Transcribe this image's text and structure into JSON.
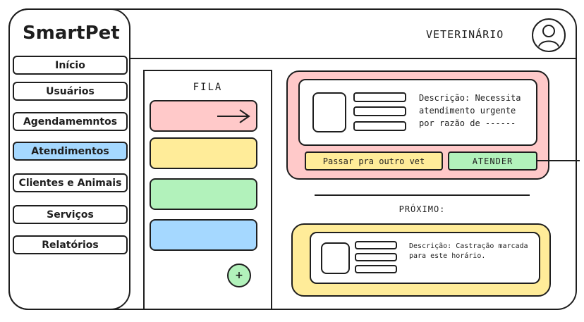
{
  "app": {
    "name": "SmartPet"
  },
  "sidebar": {
    "items": [
      {
        "label": "Início",
        "active": false
      },
      {
        "label": "Usuários",
        "active": false
      },
      {
        "label": "Agendamemntos",
        "active": false
      },
      {
        "label": "Atendimentos",
        "active": true
      },
      {
        "label": "Clientes e Animais",
        "active": false
      },
      {
        "label": "Serviços",
        "active": false
      },
      {
        "label": "Relatórios",
        "active": false
      }
    ]
  },
  "header": {
    "role": "VETERINÁRIO",
    "icon": "user-icon"
  },
  "queue": {
    "title": "FILA",
    "cards": [
      {
        "color": "#ffc9c9",
        "status": "current"
      },
      {
        "color": "#ffec99",
        "status": "waiting"
      },
      {
        "color": "#b2f2bb",
        "status": "waiting"
      },
      {
        "color": "#a5d8ff",
        "status": "waiting"
      }
    ],
    "add_label": "+"
  },
  "current": {
    "description": "Descrição: Necessita atendimento urgente por razão de ------",
    "pass_button": "Passar pra outro vet",
    "attend_button": "ATENDER"
  },
  "next": {
    "label": "PRÓXIMO:",
    "description": "Descrição: Castração marcada para este horário."
  },
  "colors": {
    "red": "#ffc9c9",
    "yellow": "#ffec99",
    "green": "#b2f2bb",
    "blue": "#a5d8ff",
    "stroke": "#1e1e1e"
  }
}
